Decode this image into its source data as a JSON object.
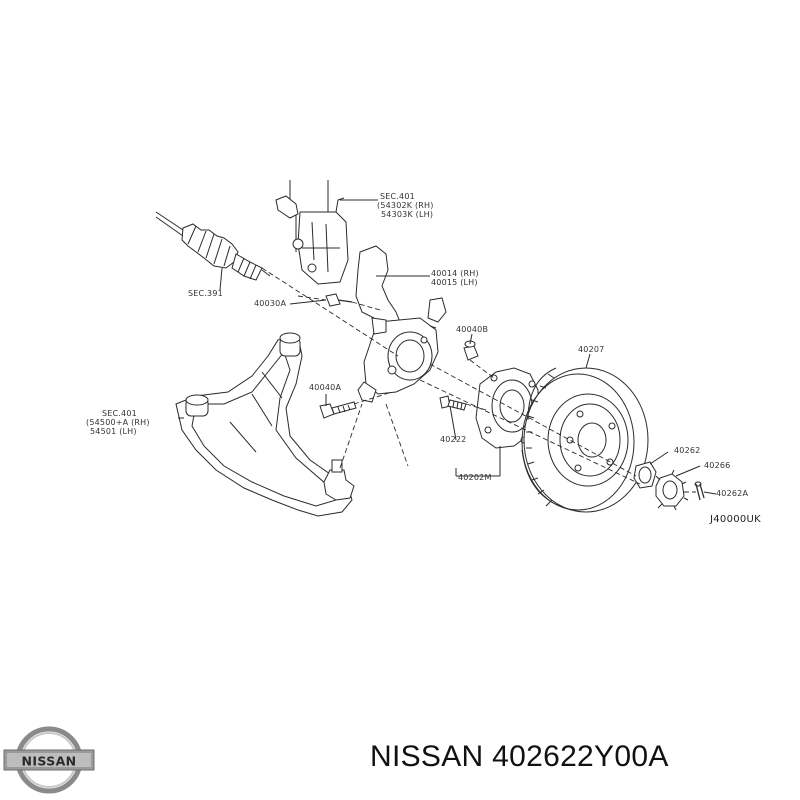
{
  "labels": {
    "sec401_strut": "SEC.401",
    "p54302k": "(54302K (RH)",
    "p54303k": "54303K (LH)",
    "sec391": "SEC.391",
    "p40014": "40014 (RH)",
    "p40015": "40015 (LH)",
    "p40030a": "40030A",
    "p40040b": "40040B",
    "p40207": "40207",
    "p40040a": "40040A",
    "sec401_arm": "SEC.401",
    "p54500": "(54500+A (RH)",
    "p54501": "54501 (LH)",
    "p40262": "40262",
    "p40266": "40266",
    "p40222": "40222",
    "p40262a": "40262A",
    "p40202m": "40202M",
    "diagram_code": "J40000UK"
  },
  "product": {
    "title": "NISSAN 402622Y00A",
    "logo_text": "NISSAN"
  },
  "colors": {
    "line": "#2b2b2b",
    "text": "#111111",
    "logo": "#888888"
  }
}
